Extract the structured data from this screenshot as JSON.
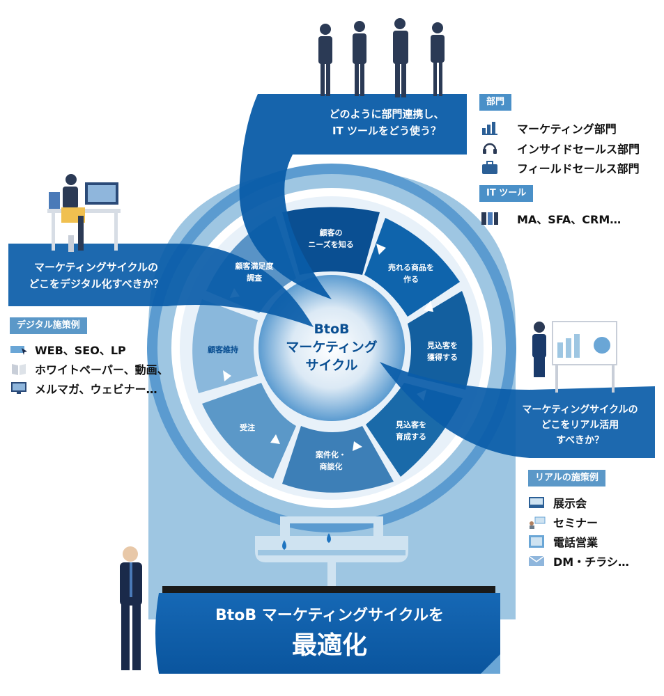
{
  "center": {
    "line1": "BtoB",
    "line2": "マーケティング",
    "line3": "サイクル"
  },
  "segments": [
    {
      "id": "needs",
      "lines": [
        "顧客の",
        "ニーズを知る"
      ]
    },
    {
      "id": "product",
      "lines": [
        "売れる商品を",
        "作る"
      ]
    },
    {
      "id": "acquire",
      "lines": [
        "見込客を",
        "獲得する"
      ]
    },
    {
      "id": "nurture",
      "lines": [
        "見込客を",
        "育成する"
      ]
    },
    {
      "id": "deal",
      "lines": [
        "案件化・",
        "商談化"
      ]
    },
    {
      "id": "order",
      "lines": [
        "受注"
      ]
    },
    {
      "id": "retain",
      "lines": [
        "顧客維持"
      ]
    },
    {
      "id": "survey",
      "lines": [
        "顧客満足度",
        "調査"
      ]
    }
  ],
  "questions": {
    "top": {
      "line1": "どのように部門連携し、",
      "line2": "IT ツールをどう使う？"
    },
    "left": {
      "line1": "マーケティングサイクルの",
      "line2": "どこをデジタル化すべきか？"
    },
    "right": {
      "line1": "マーケティングサイクルの",
      "line2": "どこをリアル活用",
      "line3": "すべきか？"
    }
  },
  "departments": {
    "tag": "部門",
    "items": [
      {
        "icon": "bar-chart-icon",
        "label": "マーケティング部門"
      },
      {
        "icon": "headset-icon",
        "label": "インサイドセールス部門"
      },
      {
        "icon": "briefcase-icon",
        "label": "フィールドセールス部門"
      }
    ]
  },
  "it_tools": {
    "tag": "IT ツール",
    "items": [
      {
        "icon": "server-rack-icon",
        "label": "MA、SFA、CRM…"
      }
    ]
  },
  "digital": {
    "tag": "デジタル施策例",
    "items": [
      {
        "icon": "web-cursor-icon",
        "label": "WEB、SEO、LP"
      },
      {
        "icon": "book-icon",
        "label": "ホワイトペーパー、動画、"
      },
      {
        "icon": "monitor-icon",
        "label": "メルマガ、ウェビナー…"
      }
    ]
  },
  "real": {
    "tag": "リアルの施策例",
    "items": [
      {
        "icon": "exhibition-icon",
        "label": "展示会"
      },
      {
        "icon": "seminar-icon",
        "label": "セミナー"
      },
      {
        "icon": "phone-icon",
        "label": "電話営業"
      },
      {
        "icon": "envelope-icon",
        "label": "DM・チラシ…"
      }
    ]
  },
  "banner": {
    "line1": "BtoB マーケティングサイクルを",
    "line2": "最適化"
  },
  "colors": {
    "dark": "#0a5ca8",
    "mid": "#3a86c4",
    "light": "#9ec6e2",
    "pale": "#cfe3f1",
    "tag": "#4a90c8"
  }
}
